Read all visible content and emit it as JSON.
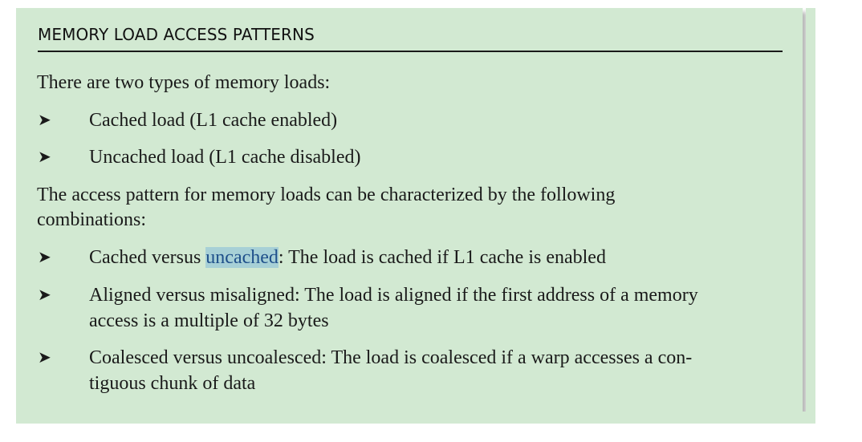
{
  "box": {
    "title": "MEMORY LOAD ACCESS PATTERNS",
    "bullet_glyph": "➤",
    "intro": "There are two types of memory loads:",
    "load_types": [
      "Cached load (L1 cache enabled)",
      "Uncached load (L1 cache disabled)"
    ],
    "pattern_intro_line1": "The access pattern for memory loads can be characterized by the following",
    "pattern_intro_line2": "combinations:",
    "patterns": [
      {
        "before": "Cached versus ",
        "highlighted": "uncached",
        "after": ": The load is cached if L1 cache is enabled"
      },
      {
        "line1": "Aligned versus misaligned: The load is aligned if the first address of a memory",
        "line2": "access is a multiple of 32 bytes"
      },
      {
        "line1": "Coalesced versus uncoalesced: The load is coalesced if a warp accesses a con-",
        "line2": "tiguous chunk of data"
      }
    ]
  },
  "colors": {
    "box_background": "#d2e9d2",
    "text_highlight": "#a7d0d6"
  }
}
